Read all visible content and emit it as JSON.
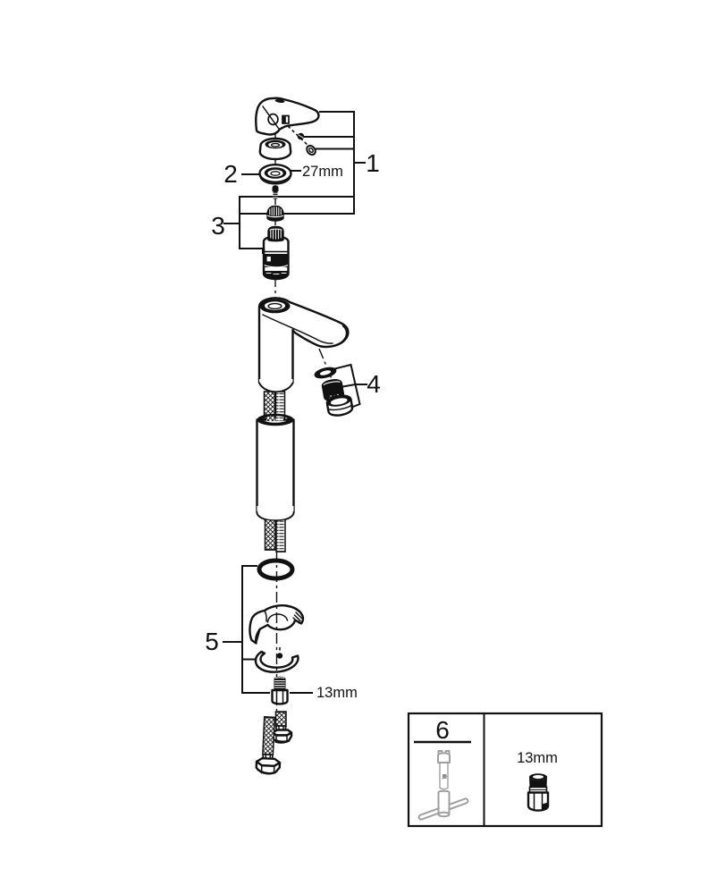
{
  "diagram": {
    "type": "exploded-parts-diagram",
    "callouts": {
      "n1": "1",
      "n2": "2",
      "n3": "3",
      "n4": "4",
      "n5": "5",
      "n6": "6"
    },
    "dimensions": {
      "cap_ring": "27mm",
      "mounting_stud": "13mm",
      "tool_socket": "13mm"
    },
    "colors": {
      "line": "#111111",
      "tool_gray": "#9f9f9f",
      "background": "#ffffff"
    }
  }
}
